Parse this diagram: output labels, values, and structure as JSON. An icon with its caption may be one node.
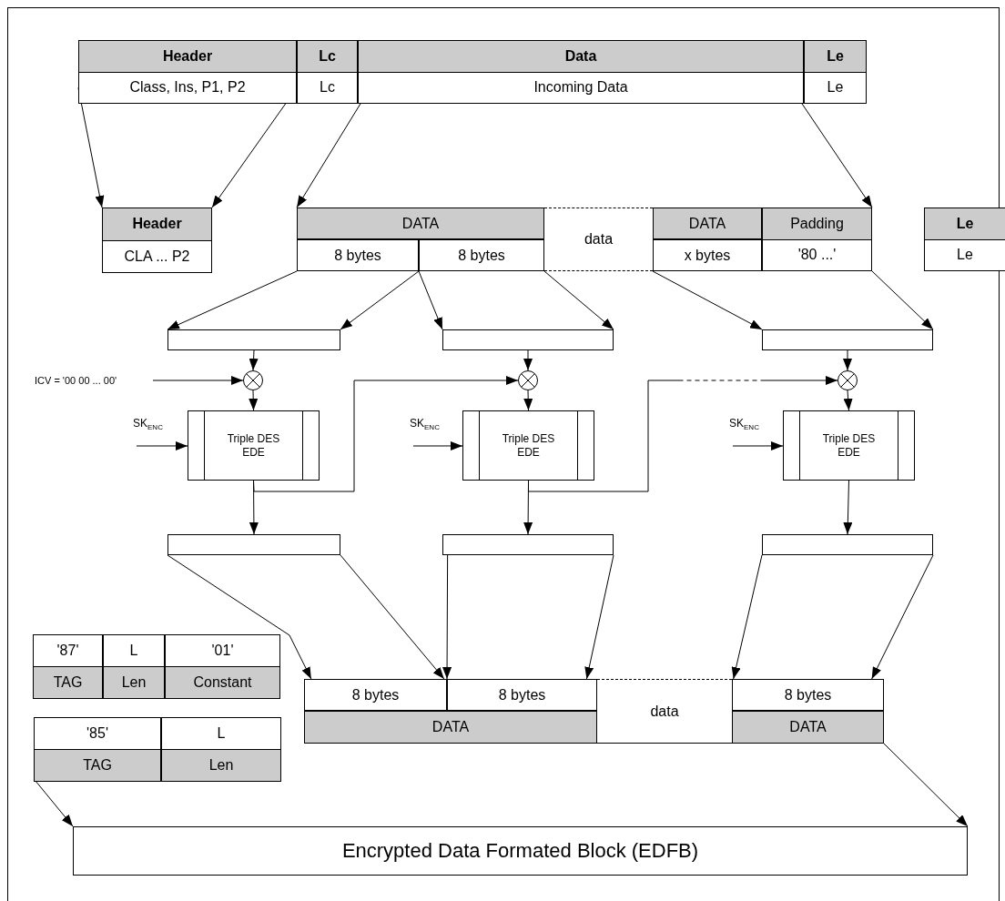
{
  "diagram": {
    "nodes": [
      {
        "text": [
          "Header",
          "Class, Ins, P1, P2"
        ]
      },
      {
        "text": [
          "Lc",
          "Lc"
        ]
      },
      {
        "text": [
          "Data",
          "Incoming Data"
        ]
      },
      {
        "text": [
          "Le",
          "Le"
        ]
      },
      {
        "text": [
          "Header",
          "CLA ... P2"
        ]
      },
      {
        "text": [
          "DATA"
        ]
      },
      {
        "text": [
          "8 bytes"
        ]
      },
      {
        "text": [
          "8 bytes"
        ]
      },
      {
        "text": [
          "data"
        ]
      },
      {
        "text": [
          "DATA"
        ]
      },
      {
        "text": [
          "x bytes"
        ]
      },
      {
        "text": [
          "Padding",
          "'80 ...'"
        ]
      },
      {
        "text": [
          "Le",
          "Le"
        ]
      },
      {
        "text": [],
        "shape": "box"
      },
      {
        "text": [],
        "shape": "box"
      },
      {
        "text": [],
        "shape": "box"
      },
      {
        "text": [
          "ICV = '00 00 ... 00'"
        ]
      },
      {
        "text": [],
        "shape": "circle"
      },
      {
        "text": [],
        "shape": "circle"
      },
      {
        "text": [],
        "shape": "circle"
      },
      {
        "text": [
          "SK$_{ENC}$"
        ]
      },
      {
        "text": [
          "Triple DES EDE"
        ]
      },
      {
        "text": [
          "SK$_{ENC}$"
        ]
      },
      {
        "text": [
          "Triple DES EDE"
        ]
      },
      {
        "text": [
          "SK$_{ENC}$"
        ]
      },
      {
        "text": [
          "Triple DES EDE"
        ]
      },
      {
        "text": [],
        "shape": "box"
      },
      {
        "text": [],
        "shape": "box"
      },
      {
        "text": [],
        "shape": "box"
      },
      {
        "text": [
          "'87'",
          "TAG"
        ]
      },
      {
        "text": [
          "L",
          "Len"
        ]
      },
      {
        "text": [
          "'01'",
          "Constant"
        ]
      },
      {
        "text": [
          "8 bytes"
        ]
      },
      {
        "text": [
          "8 bytes"
        ]
      },
      {
        "text": [
          "data"
        ]
      },
      {
        "text": [
          "8 bytes"
        ]
      },
      {
        "text": [
          "'85'",
          "TAG"
        ]
      },
      {
        "text": [
          "L",
          "Len"
        ]
      },
      {
        "text": [
          "DATA"
        ]
      },
      {
        "text": [
          "DATA"
        ]
      },
      {
        "text": [
          "Encrypted Data Formated Block (EDFB)"
        ]
      }
    ],
    "edges": [
      {
        "from": 0,
        "to": 4,
        "arrow": "to"
      },
      {
        "from": 0,
        "to": 4,
        "arrow": "to"
      },
      {
        "from": 2,
        "to": 5,
        "arrow": "to"
      },
      {
        "from": 2,
        "to": 11,
        "arrow": "to"
      },
      {
        "from": 6,
        "to": 13,
        "arrow": "to"
      },
      {
        "from": 7,
        "to": 13,
        "arrow": "to"
      },
      {
        "from": 7,
        "to": 14,
        "arrow": "to"
      },
      {
        "from": 7,
        "to": 14,
        "arrow": "to"
      },
      {
        "from": 10,
        "to": 15,
        "arrow": "to"
      },
      {
        "from": 11,
        "to": 15,
        "arrow": "to"
      },
      {
        "from": 13,
        "to": 17,
        "arrow": "to"
      },
      {
        "from": 16,
        "to": 17,
        "arrow": "to"
      },
      {
        "from": 17,
        "to": 21,
        "arrow": "to"
      },
      {
        "from": 20,
        "to": 21,
        "arrow": "to"
      },
      {
        "from": 21,
        "to": 26,
        "arrow": "to"
      },
      {
        "from": 21,
        "to": 18,
        "arrow": "to"
      },
      {
        "from": 14,
        "to": 18,
        "arrow": "to"
      },
      {
        "from": 18,
        "to": 23,
        "arrow": "to"
      },
      {
        "from": 22,
        "to": 23,
        "arrow": "to"
      },
      {
        "from": 23,
        "to": 27,
        "arrow": "to"
      },
      {
        "from": 23,
        "to": 19,
        "arrow": "to",
        "style": "dashed"
      },
      {
        "from": 15,
        "to": 19,
        "arrow": "to"
      },
      {
        "from": 19,
        "to": 25,
        "arrow": "to"
      },
      {
        "from": 24,
        "to": 25,
        "arrow": "to"
      },
      {
        "from": 25,
        "to": 28,
        "arrow": "to"
      },
      {
        "from": 26,
        "to": 32,
        "arrow": "to"
      },
      {
        "from": 26,
        "to": 32,
        "arrow": "to"
      },
      {
        "from": 27,
        "to": 33,
        "arrow": "to"
      },
      {
        "from": 27,
        "to": 33,
        "arrow": "to"
      },
      {
        "from": 28,
        "to": 35,
        "arrow": "to"
      },
      {
        "from": 28,
        "to": 35,
        "arrow": "to"
      },
      {
        "from": 36,
        "to": 40,
        "arrow": "to"
      },
      {
        "from": 39,
        "to": 40,
        "arrow": "to"
      }
    ]
  }
}
